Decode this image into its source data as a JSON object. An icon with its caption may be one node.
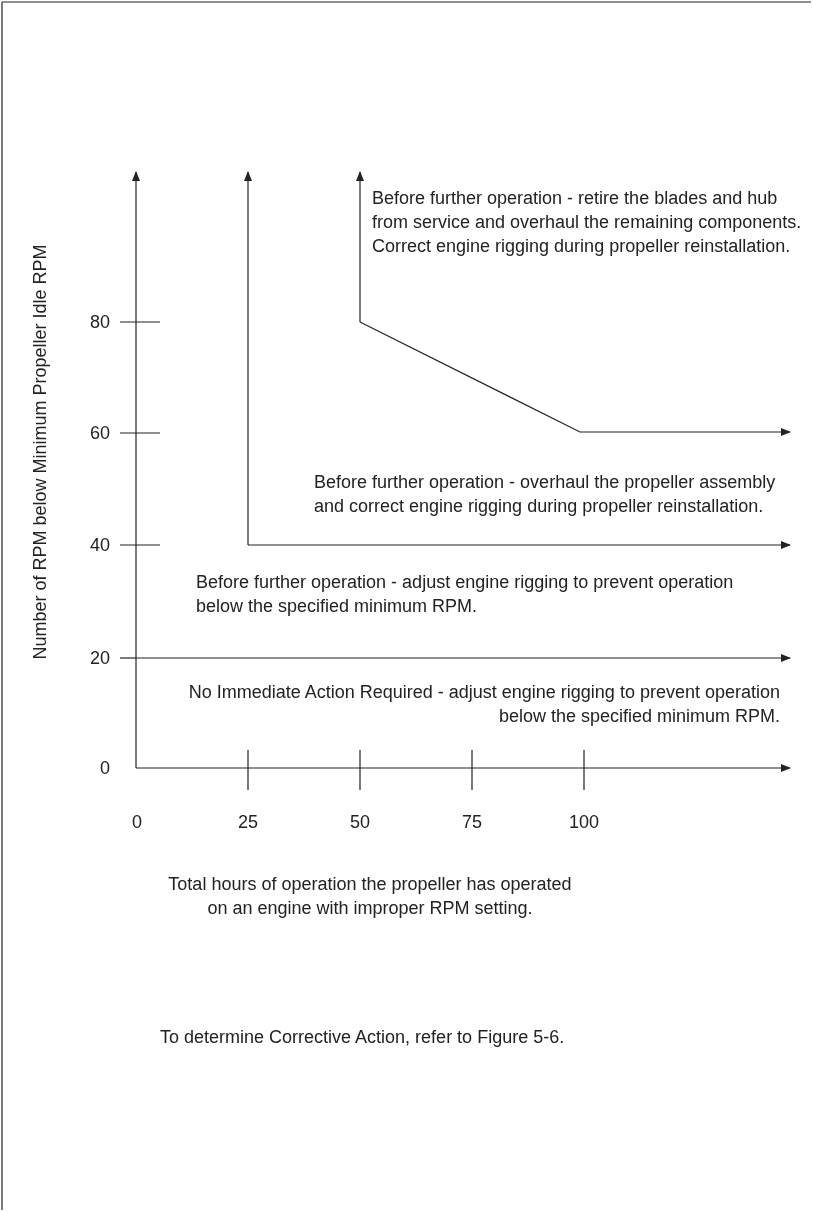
{
  "diagram": {
    "labels": [
      "Before further operation - retire the blades and hub from service and overhaul the remaining components. Correct engine rigging during propeller reinstallation.",
      "80",
      "60",
      "Before further operation - overhaul the propeller assembly and correct engine rigging during propeller reinstallation.",
      "40",
      "Before further operation - adjust engine rigging to prevent operation below the specified minimum RPM.",
      "20",
      "No Immediate Action Required - adjust engine rigging to prevent operation below the specified minimum RPM.",
      "0",
      "0",
      "25",
      "50",
      "75",
      "100",
      "Number of RPM below Minimum Propeller Idle RPM",
      "Total hours of operation the propeller has operated on an engine with improper RPM setting.",
      "To determine Corrective Action, refer to Figure 5-6."
    ]
  }
}
